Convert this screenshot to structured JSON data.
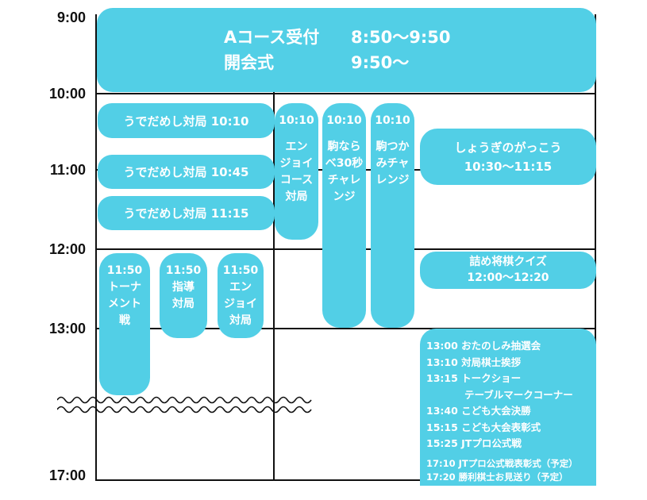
{
  "times": [
    "9:00",
    "10:00",
    "11:00",
    "12:00",
    "13:00",
    "17:00"
  ],
  "header": {
    "line1_label": "Aコース受付",
    "line1_time": "8:50〜9:50",
    "line2_label": "開会式",
    "line2_time": "9:50〜"
  },
  "udedameshi": [
    "うでだめし対局 10:10",
    "うでだめし対局 10:45",
    "うでだめし対局 11:15"
  ],
  "col_events": [
    {
      "time": "10:10",
      "text": "エン\nジョイ\nコース\n対局"
    },
    {
      "time": "10:10",
      "text": "駒なら\nべ30秒\nチャレ\nンジ"
    },
    {
      "time": "10:10",
      "text": "駒つか\nみチャ\nレンジ"
    }
  ],
  "noon_events": [
    {
      "time": "11:50",
      "text": "トーナ\nメント\n戦"
    },
    {
      "time": "11:50",
      "text": "指導\n対局"
    },
    {
      "time": "11:50",
      "text": "エン\nジョイ\n対局"
    }
  ],
  "school": {
    "title": "しょうぎのがっこう",
    "time": "10:30〜11:15"
  },
  "quiz": {
    "title": "詰め将棋クイズ",
    "time": "12:00〜12:20"
  },
  "afternoon": [
    "13:00 おたのしみ抽選会",
    "13:10 対局棋士挨拶",
    "13:15 トークショー",
    "テーブルマークコーナー",
    "13:40 こども大会決勝",
    "15:15  こども大会表彰式",
    "15:25 JTプロ公式戦"
  ],
  "evening": [
    "17:10 JTプロ公式戦表彰式（予定）",
    "17:20 勝利棋士お見送り（予定）"
  ],
  "colors": {
    "accent": "#52cfe6",
    "line": "#111111"
  }
}
